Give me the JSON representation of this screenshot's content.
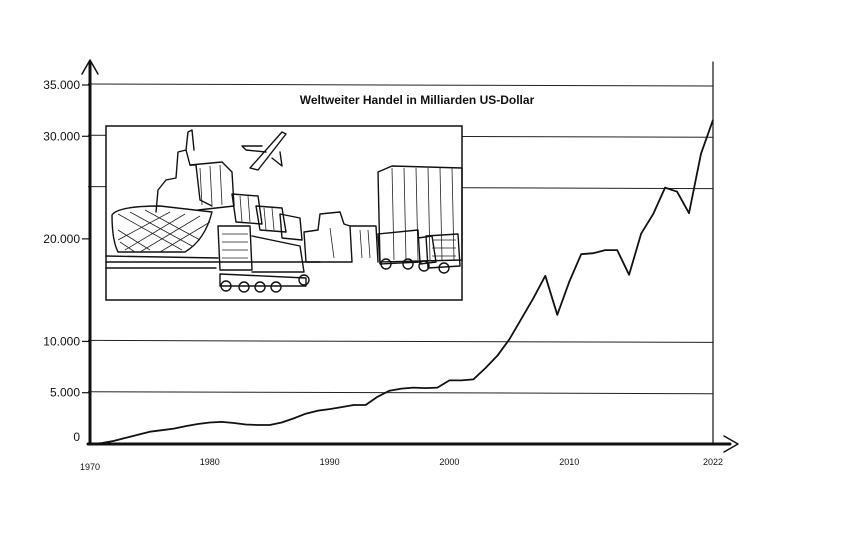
{
  "chart_data": {
    "type": "line",
    "title": "Weltweiter Handel in Milliarden US-Dollar",
    "xlabel": "",
    "ylabel": "",
    "xlim": [
      1970,
      2022
    ],
    "ylim": [
      0,
      35000
    ],
    "x_ticks": [
      "1970",
      "1980",
      "1990",
      "2000",
      "2010",
      "2022"
    ],
    "y_ticks": [
      "0",
      "5.000",
      "10.000",
      "20.000",
      "30.000",
      "35.000"
    ],
    "series": [
      {
        "x": [
          1970,
          1971,
          1972,
          1973,
          1974,
          1975,
          1976,
          1977,
          1978,
          1979,
          1980,
          1981,
          1982,
          1983,
          1984,
          1985,
          1986,
          1987,
          1988,
          1989,
          1990,
          1991,
          1992,
          1993,
          1994,
          1995,
          1996,
          1997,
          1998,
          1999,
          2000,
          2001,
          2002,
          2003,
          2004,
          2005,
          2006,
          2007,
          2008,
          2009,
          2010,
          2011,
          2012,
          2013,
          2014,
          2015,
          2016,
          2017,
          2018,
          2019,
          2020,
          2021,
          2022
        ],
        "values": [
          0,
          100,
          300,
          600,
          900,
          1200,
          1350,
          1500,
          1750,
          1950,
          2100,
          2150,
          2050,
          1900,
          1850,
          1850,
          2100,
          2500,
          2950,
          3250,
          3400,
          3600,
          3800,
          3800,
          4600,
          5200,
          5400,
          5500,
          5450,
          5500,
          6200,
          6200,
          6300,
          7400,
          8600,
          10200,
          12200,
          14200,
          16400,
          12600,
          15800,
          18500,
          18600,
          18900,
          18900,
          16500,
          20500,
          22400,
          25000,
          24600,
          22500,
          28300,
          31600
        ]
      }
    ]
  }
}
